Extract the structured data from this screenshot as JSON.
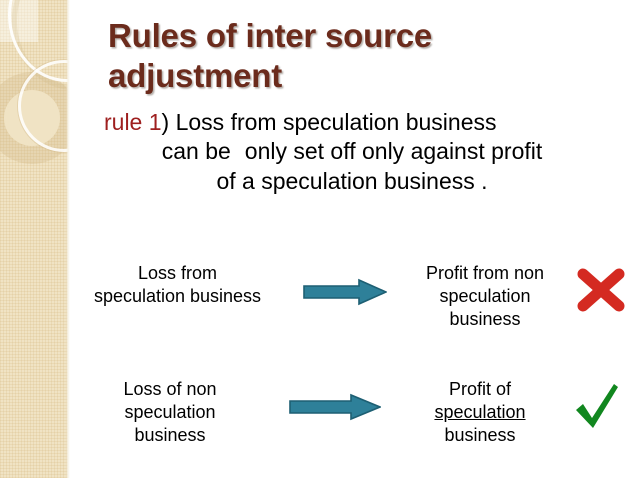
{
  "slide": {
    "title": "Rules of inter source adjustment",
    "title_color": "#6b2b1c"
  },
  "rule": {
    "label": "rule 1",
    "label_color": "#9e1f1f",
    "line_1_rest": ") Loss from speculation business",
    "line_2_a": "can be",
    "line_2_b": "only set off only against profit",
    "line_3": "of a speculation business ."
  },
  "diagram": {
    "arrow_color": "#2e8099",
    "arrow_outline": "#1d5f73",
    "cross_color": "#d42a21",
    "check_color": "#11871f",
    "rows": [
      {
        "left_line_1": "Loss from",
        "left_line_2": "speculation business",
        "arrow": "right-arrow",
        "right_line_1": "Profit from non",
        "right_line_2": "speculation",
        "right_line_3": "business",
        "mark": "cross-mark"
      },
      {
        "left_line_1": "Loss of non",
        "left_line_2": "speculation",
        "left_line_3": "business",
        "arrow": "right-arrow",
        "right_line_1": "Profit of",
        "right_line_2": "speculation",
        "right_line_3": "business",
        "mark": "check-mark"
      }
    ]
  }
}
